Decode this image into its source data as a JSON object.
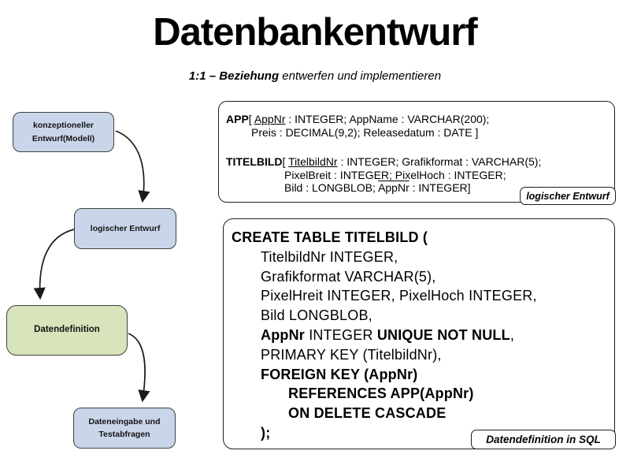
{
  "slide": {
    "title": "Datenbankentwurf",
    "subtitle": {
      "lead": "1:1 – Beziehung",
      "rest": " entwerfen und implementieren"
    }
  },
  "flow": {
    "n1": {
      "line1": "konzeptioneller",
      "line2": "Entwurf(Modell)"
    },
    "n2": {
      "label": "logischer Entwurf"
    },
    "n3": {
      "label": "Datendefinition"
    },
    "n4": {
      "line1": "Dateneingabe und",
      "line2": "Testabfragen"
    }
  },
  "logical": {
    "badge": "logischer Entwurf",
    "app": {
      "name": "APP",
      "open": "[ ",
      "pk": "AppNr",
      "tail1": " : INTEGER; AppName : VARCHAR(200);",
      "line2": "Preis : DECIMAL(9,2); Releasedatum : DATE ]"
    },
    "titelbild": {
      "name": "TITELBILD",
      "open": "[ ",
      "pk": "TitelbildNr",
      "tail1": " : INTEGER; Grafikformat : VARCHAR(5);",
      "line2": "PixelBreit : INTEGER; PixelHoch : INTEGER;",
      "line3a": "Bild : LONGBLOB; ",
      "fk": "AppNr",
      "line3b": " : INTEGER]"
    }
  },
  "sql": {
    "badge": "Datendefinition in SQL",
    "l1": "CREATE TABLE TITELBILD (",
    "l2": "TitelbildNr INTEGER,",
    "l3": "Grafikformat VARCHAR(5),",
    "l4": "PixelHreit INTEGER, PixelHoch INTEGER,",
    "l5": "Bild LONGBLOB,",
    "l6a": "AppNr",
    "l6b": " INTEGER ",
    "l6c": "UNIQUE NOT NULL",
    "l6d": ",",
    "l7": "PRIMARY KEY (TitelbildNr),",
    "l8": "FOREIGN KEY (AppNr)",
    "l9": "REFERENCES APP(AppNr)",
    "l10": "ON DELETE CASCADE",
    "l11": ");"
  },
  "colors": {
    "node_blue": "#c9d6e9",
    "node_green": "#d7e4bc",
    "panel_border": "#1f1f1f",
    "arrow": "#1a1a1a"
  }
}
